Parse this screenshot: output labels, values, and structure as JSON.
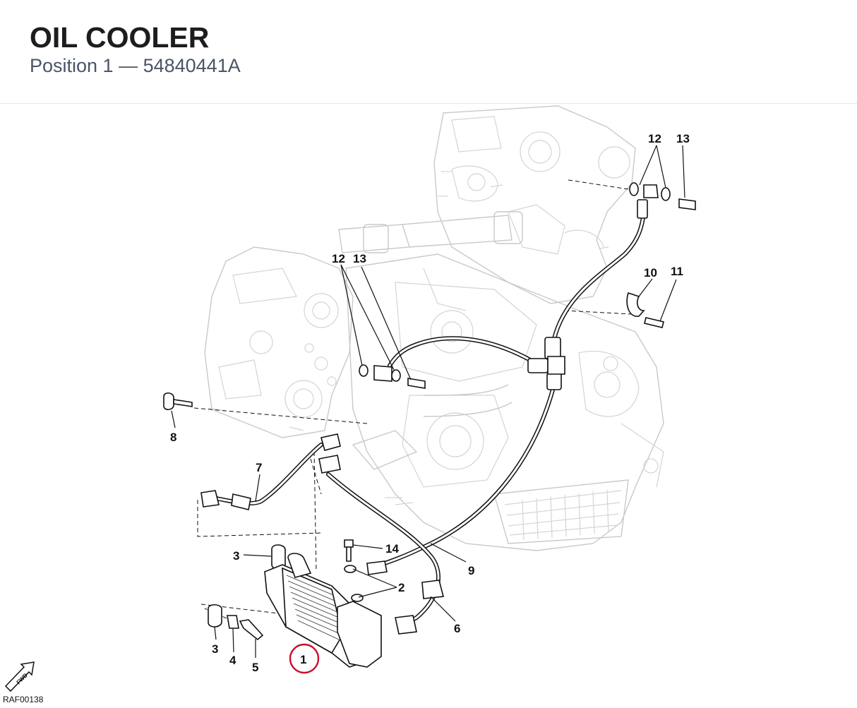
{
  "header": {
    "title": "OIL COOLER",
    "subtitle": "Position 1  —  54840441A"
  },
  "diagram": {
    "callouts": [
      {
        "id": "c12a",
        "label": "12"
      },
      {
        "id": "c13a",
        "label": "13"
      },
      {
        "id": "c12b",
        "label": "12"
      },
      {
        "id": "c13b",
        "label": "13"
      },
      {
        "id": "c10",
        "label": "10"
      },
      {
        "id": "c11",
        "label": "11"
      },
      {
        "id": "c8",
        "label": "8"
      },
      {
        "id": "c7",
        "label": "7"
      },
      {
        "id": "c14",
        "label": "14"
      },
      {
        "id": "c9",
        "label": "9"
      },
      {
        "id": "c3a",
        "label": "3"
      },
      {
        "id": "c2",
        "label": "2"
      },
      {
        "id": "c6",
        "label": "6"
      },
      {
        "id": "c3b",
        "label": "3"
      },
      {
        "id": "c4",
        "label": "4"
      },
      {
        "id": "c5",
        "label": "5"
      },
      {
        "id": "c1",
        "label": "1"
      }
    ],
    "highlight_color": "#c8102e",
    "fwd_label": "FWD",
    "reference": "RAF00138"
  }
}
